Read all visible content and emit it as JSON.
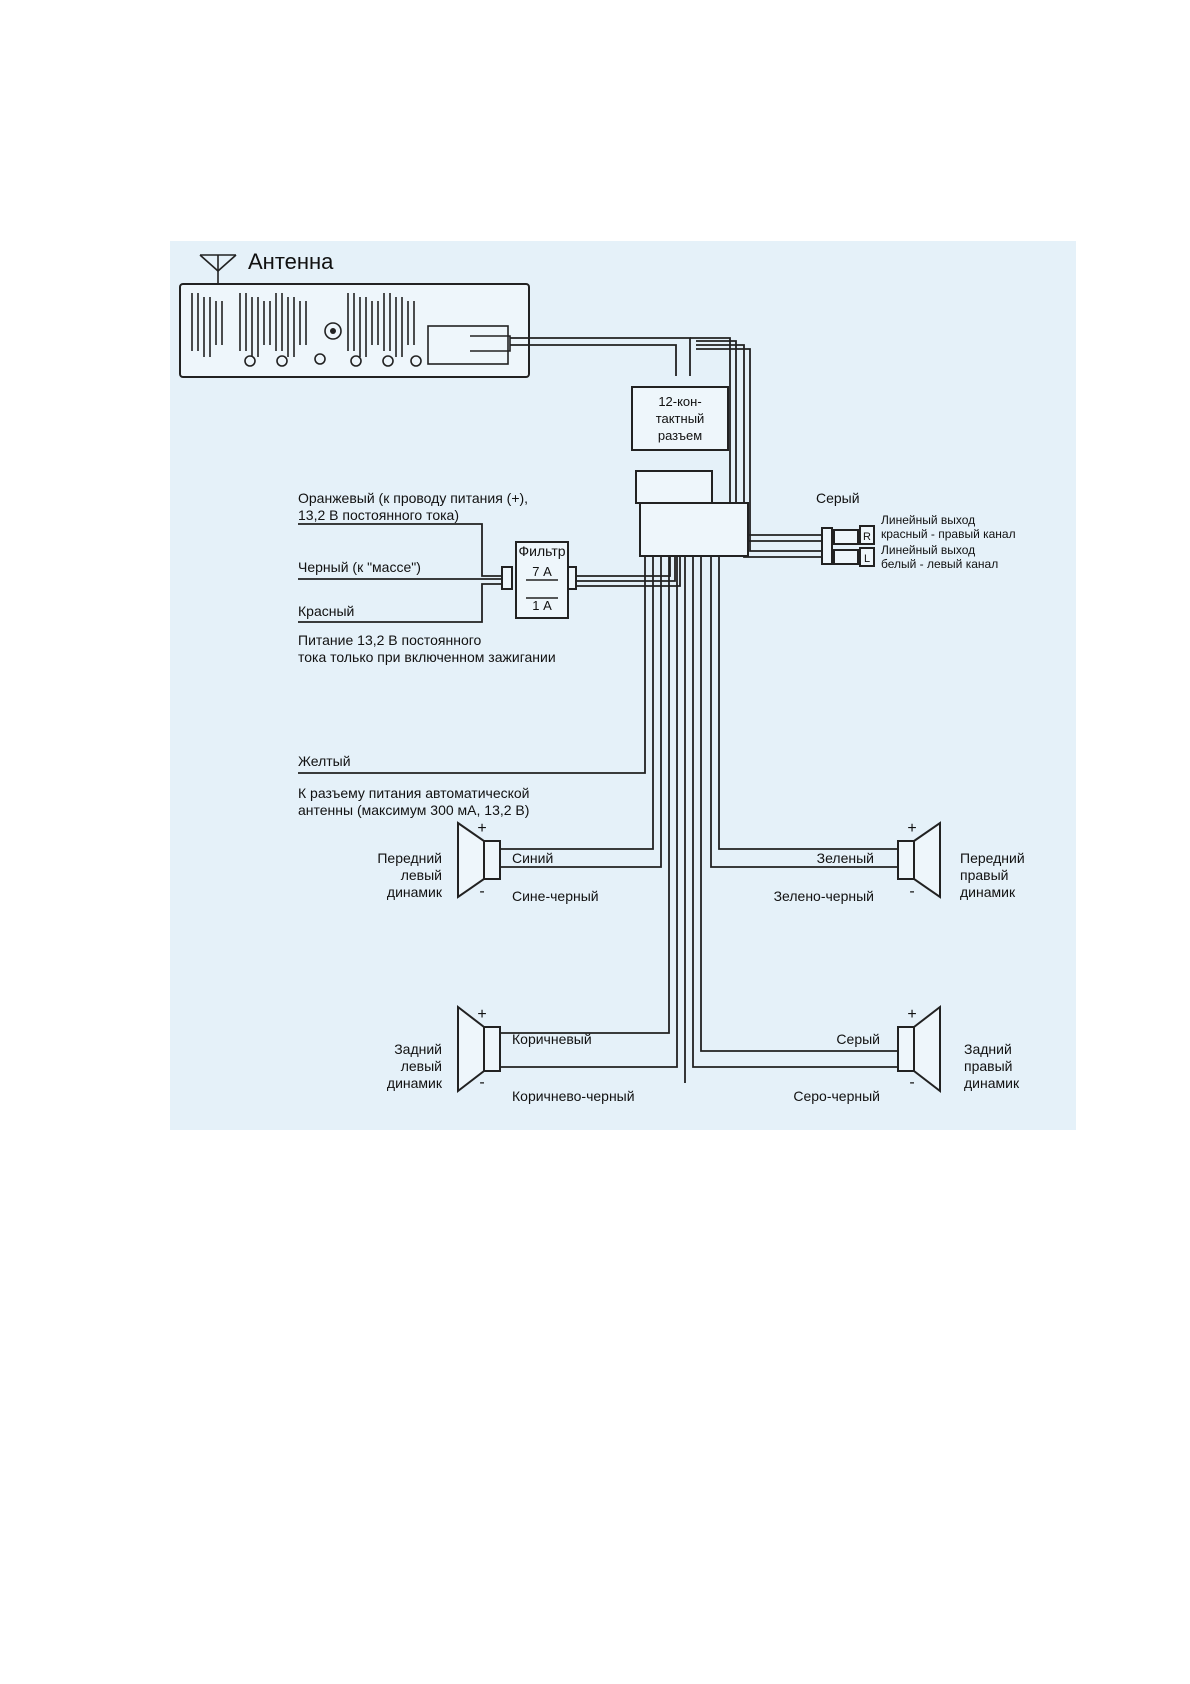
{
  "colors": {
    "panel_bg": "#e5f1f9",
    "ink": "#222222",
    "page_bg": "#ffffff"
  },
  "head_unit": {
    "antenna_label": "Антенна",
    "antenna_icon": "antenna-icon"
  },
  "connector": {
    "line1": "12-кон-",
    "line2": "тактный",
    "line3": "разъем"
  },
  "line_out": {
    "wire_label": "Серый",
    "right_tag": "R",
    "left_tag": "L",
    "right_line1": "Линейный выход",
    "right_line2": "красный - правый канал",
    "left_line1": "Линейный выход",
    "left_line2": "белый - левый канал"
  },
  "power": {
    "orange_line1": "Оранжевый (к проводу питания (+),",
    "orange_line2": "13,2 В постоянного тока)",
    "black": "Черный (к \"массе\")",
    "red": "Красный",
    "red_note_line1": "Питание 13,2 В постоянного",
    "red_note_line2": "тока только при включенном зажигании"
  },
  "filter": {
    "title": "Фильтр",
    "fuse_top": "7 А",
    "fuse_bottom": "1 А"
  },
  "yellow": {
    "label": "Желтый",
    "note_line1": "К разъему питания автоматической",
    "note_line2": "антенны (максимум 300 мА, 13,2 В)"
  },
  "speakers": {
    "front_left": {
      "name_line1": "Передний",
      "name_line2": "левый",
      "name_line3": "динамик",
      "plus_wire": "Синий",
      "minus_wire": "Сине-черный",
      "plus": "+",
      "minus": "-"
    },
    "front_right": {
      "name_line1": "Передний",
      "name_line2": "правый",
      "name_line3": "динамик",
      "plus_wire": "Зеленый",
      "minus_wire": "Зелено-черный",
      "plus": "+",
      "minus": "-"
    },
    "rear_left": {
      "name_line1": "Задний",
      "name_line2": "левый",
      "name_line3": "динамик",
      "plus_wire": "Коричневый",
      "minus_wire": "Коричнево-черный",
      "plus": "+",
      "minus": "-"
    },
    "rear_right": {
      "name_line1": "Задний",
      "name_line2": "правый",
      "name_line3": "динамик",
      "plus_wire": "Серый",
      "minus_wire": "Серо-черный",
      "plus": "+",
      "minus": "-"
    }
  }
}
